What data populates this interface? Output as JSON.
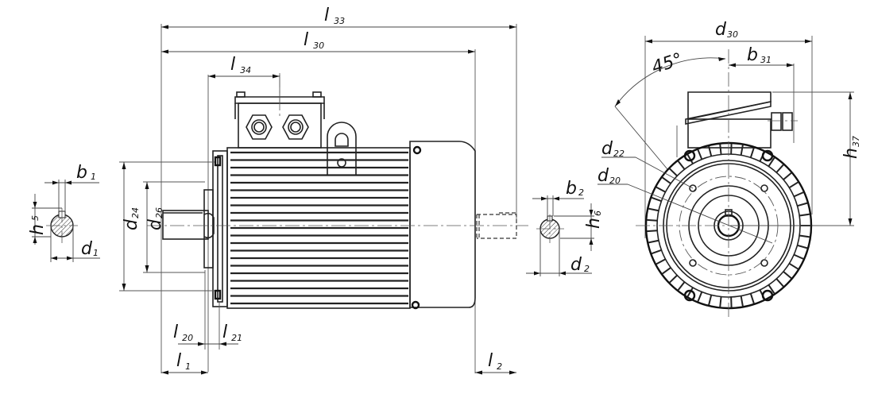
{
  "drawing": {
    "title": "Electric motor dimensional drawing",
    "views": [
      "side view",
      "shaft end section (drive)",
      "shaft end section (non-drive)",
      "front view"
    ]
  },
  "labels": {
    "l33": {
      "main": "l",
      "sub": "33"
    },
    "l30": {
      "main": "l",
      "sub": "30"
    },
    "l34": {
      "main": "l",
      "sub": "34"
    },
    "l20": {
      "main": "l",
      "sub": "20"
    },
    "l21": {
      "main": "l",
      "sub": "21"
    },
    "l1": {
      "main": "l",
      "sub": "1"
    },
    "l2": {
      "main": "l",
      "sub": "2"
    },
    "d24": {
      "main": "d",
      "sub": "24"
    },
    "d26": {
      "main": "d",
      "sub": "26"
    },
    "b1": {
      "main": "b",
      "sub": "1"
    },
    "h5": {
      "main": "h",
      "sub": "5"
    },
    "d1": {
      "main": "d",
      "sub": "1"
    },
    "b2": {
      "main": "b",
      "sub": "2"
    },
    "h6": {
      "main": "h",
      "sub": "6"
    },
    "d2": {
      "main": "d",
      "sub": "2"
    },
    "d30": {
      "main": "d",
      "sub": "30"
    },
    "b31": {
      "main": "b",
      "sub": "31"
    },
    "h37": {
      "main": "h",
      "sub": "37"
    },
    "d22": {
      "main": "d",
      "sub": "22"
    },
    "d20": {
      "main": "d",
      "sub": "20"
    },
    "angle": "45°"
  },
  "colors": {
    "line": "#222222",
    "background": "#ffffff"
  }
}
